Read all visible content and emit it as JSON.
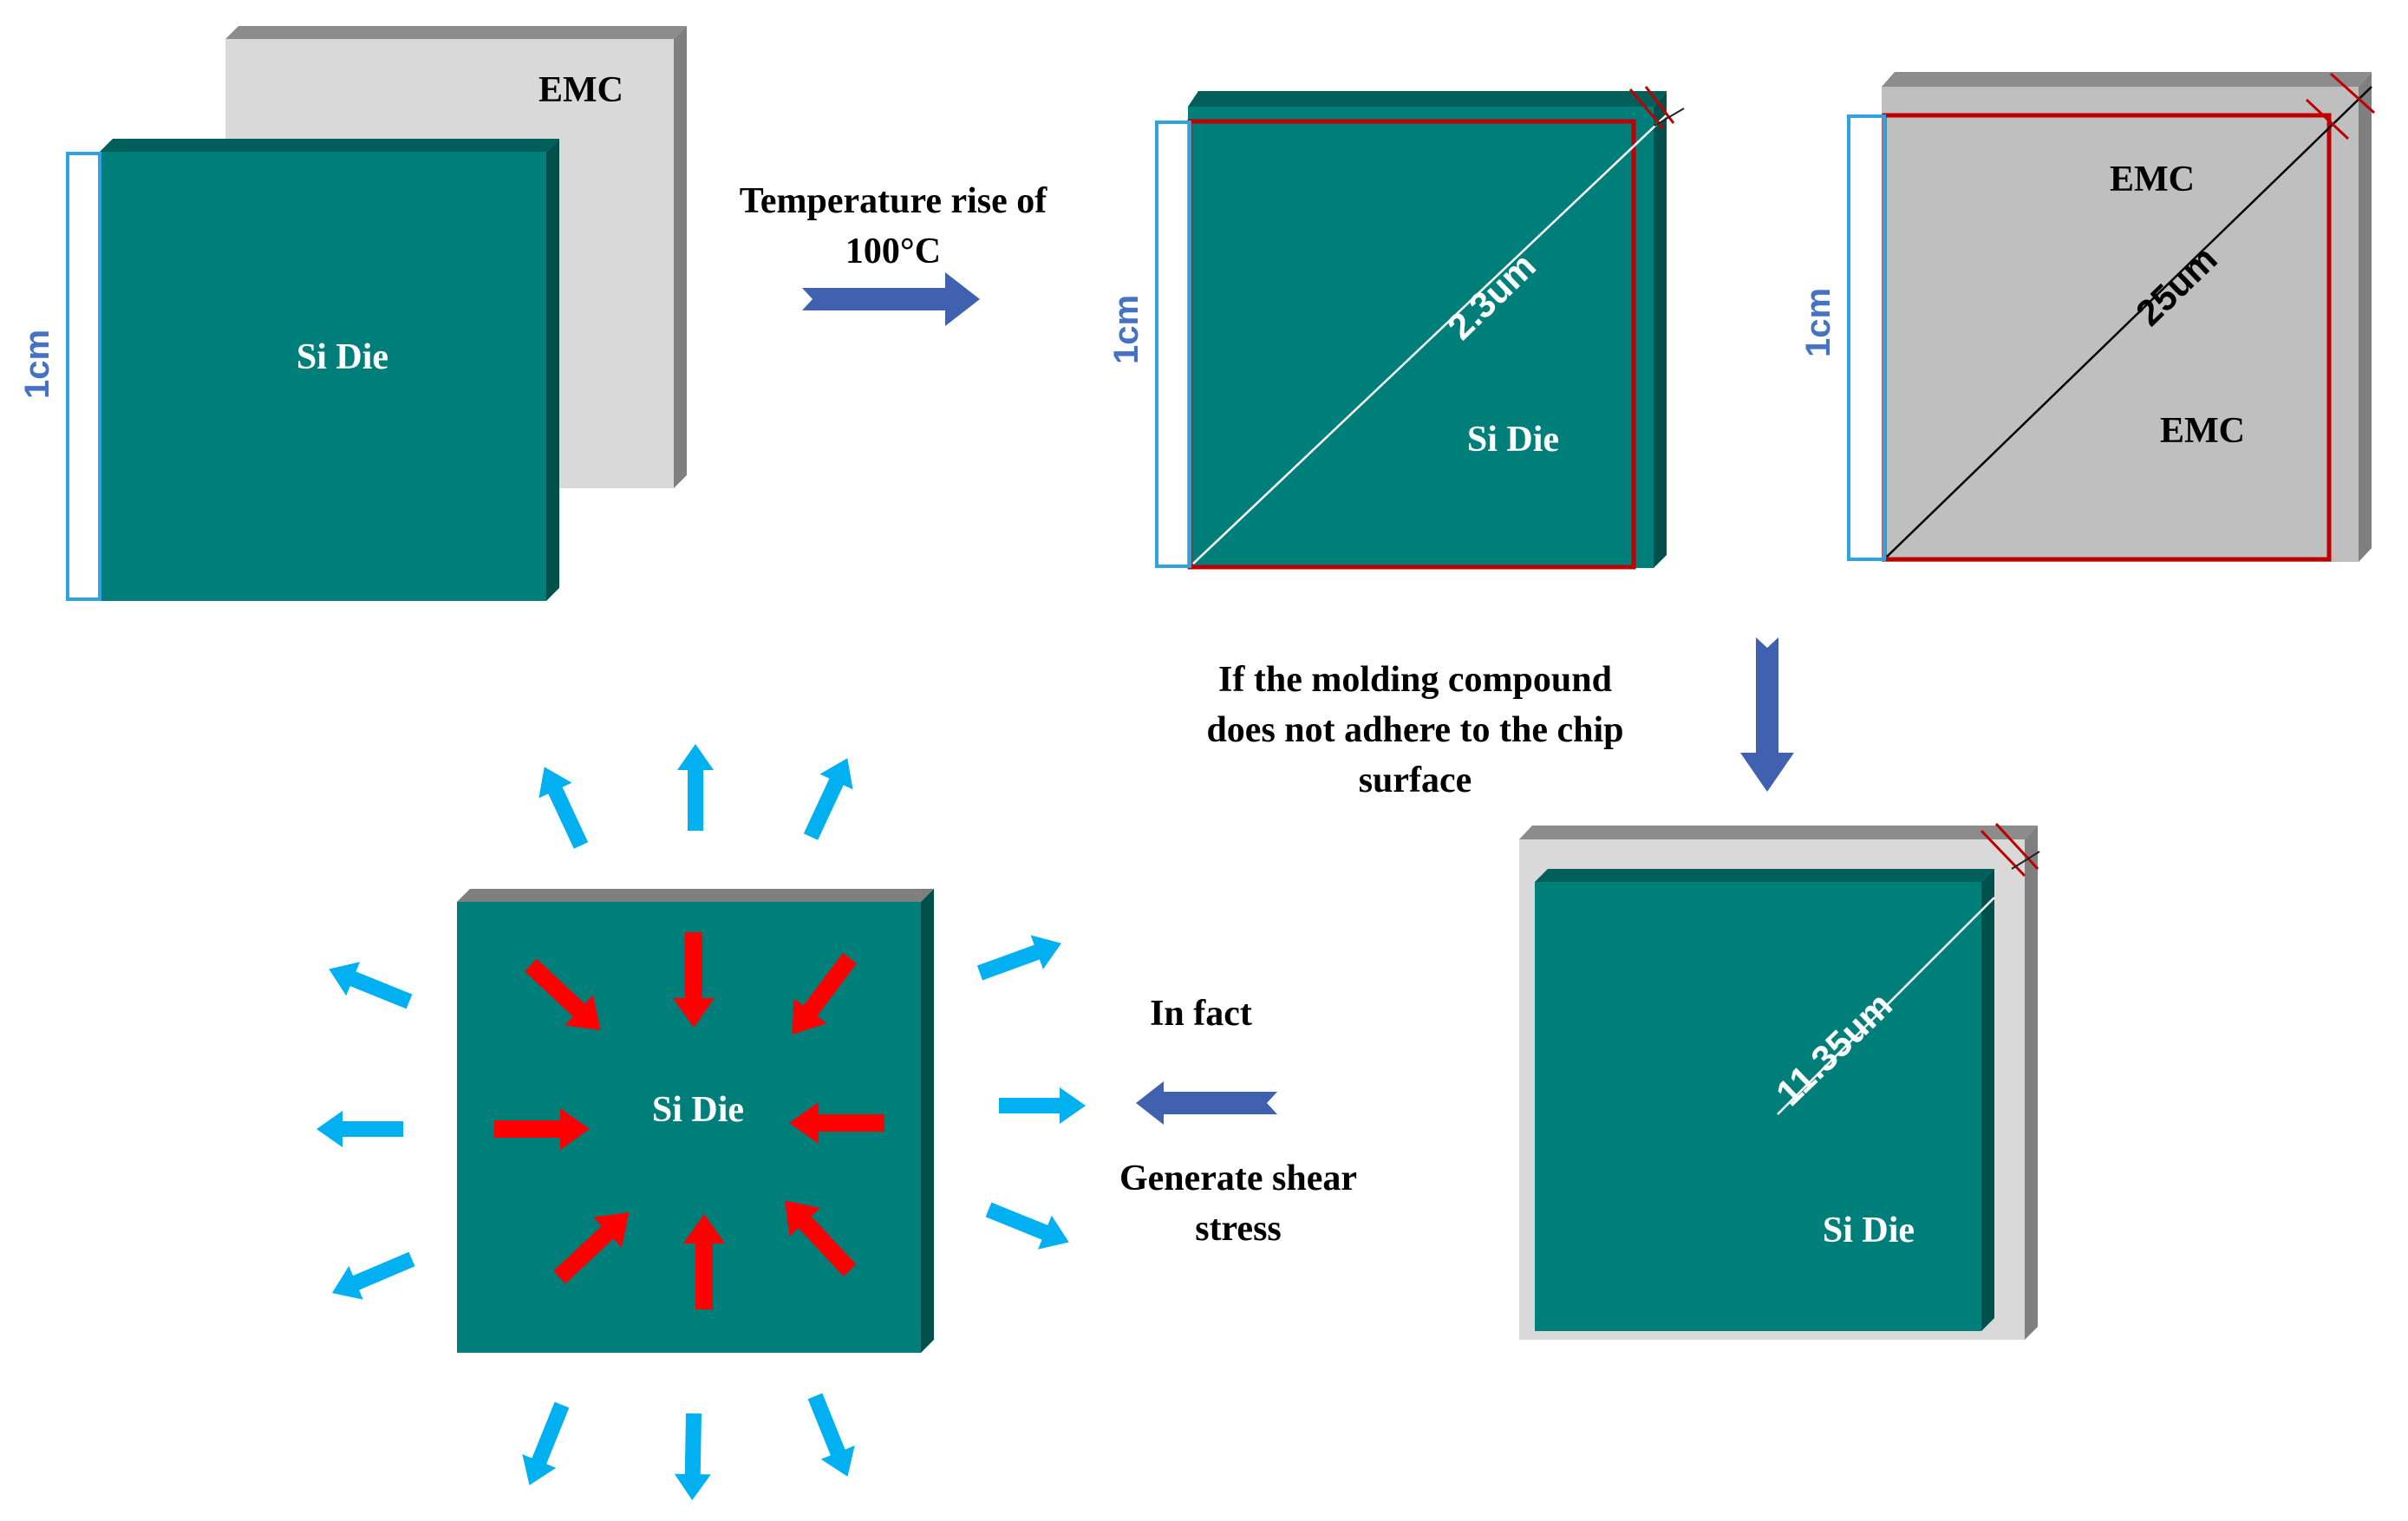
{
  "labels": {
    "emc_top_left": "EMC",
    "si_die_1": "Si Die",
    "dim_1cm_a": "1cm",
    "temp_line1": "Temperature rise of",
    "temp_line2": "100°C",
    "dim_1cm_b": "1cm",
    "dim_2_3um": "2.3um",
    "si_die_2": "Si Die",
    "dim_1cm_c": "1cm",
    "emc_upper": "EMC",
    "dim_25um": "25um",
    "emc_lower": "EMC",
    "mold_line1": "If the molding compound",
    "mold_line2": "does not adhere to the chip",
    "mold_line3": "surface",
    "dim_11_35um": "11.35um",
    "si_die_4": "Si Die",
    "in_fact": "In fact",
    "shear_line1": "Generate shear",
    "shear_line2": "stress",
    "si_die_3": "Si Die"
  },
  "colors": {
    "die_face": "#007F7A",
    "die_edge_dark": "#00504C",
    "die_edge_top": "#005F5B",
    "emc_light": "#D9D9D9",
    "emc_medium": "#BFBFBF",
    "emc_edge": "#7F7F7F",
    "outline_red": "#C00000",
    "outline_blue": "#2EA3E0",
    "dim_text_blue": "#4472C4",
    "flow_arrow": "#4060B0",
    "compress_arrow": "#FF0000",
    "expand_arrow": "#00B0F0"
  },
  "icons": {
    "flow": "block-arrow",
    "compress": "red-arrow",
    "expand": "cyan-arrow"
  }
}
